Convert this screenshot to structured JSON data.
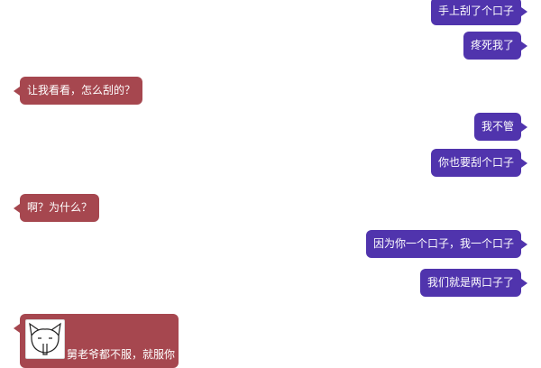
{
  "conversation": {
    "messages": [
      {
        "side": "right",
        "text": "手上刮了个口子"
      },
      {
        "side": "right",
        "text": "疼死我了"
      },
      {
        "side": "left",
        "text": "让我看看，怎么刮的？"
      },
      {
        "side": "right",
        "text": "我不管"
      },
      {
        "side": "right",
        "text": "你也要刮个口子"
      },
      {
        "side": "left",
        "text": "啊？为什么？"
      },
      {
        "side": "right",
        "text": "因为你一个口子，我一个口子"
      },
      {
        "side": "right",
        "text": "我们就是两口子了"
      },
      {
        "side": "left",
        "text": "舅老爷都不服，就服你",
        "sticker": "cat-meme-sticker"
      }
    ]
  },
  "colors": {
    "outgoing_bubble": "#5034ad",
    "incoming_bubble": "#a6474f",
    "background": "#ffffff"
  }
}
